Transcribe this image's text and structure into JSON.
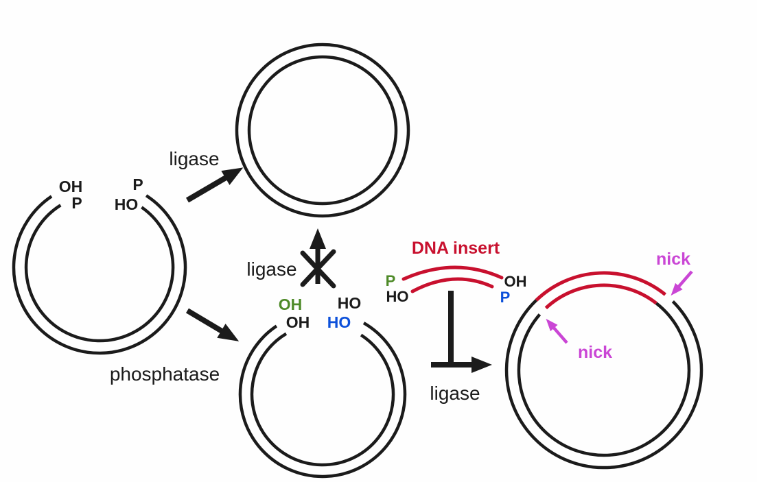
{
  "colors": {
    "ink": "#1b1b1b",
    "red": "#c8102e",
    "green": "#4e8a28",
    "blue": "#0c50da",
    "magenta": "#ca46d5"
  },
  "cut_vector": {
    "left_end_top": "OH",
    "left_end_bottom": "P",
    "right_end_top": "P",
    "right_end_bottom": "HO"
  },
  "arrows": {
    "ligase_circularize_label": "ligase",
    "phosphatase_label": "phosphatase",
    "ligase_blocked_label": "ligase",
    "ligase_insert_label": "ligase"
  },
  "dephosphorylated_vector": {
    "left_end_top": "OH",
    "left_end_bottom": "OH",
    "right_end_top": "HO",
    "right_end_bottom": "HO"
  },
  "dna_insert": {
    "title": "DNA insert",
    "left_end_top": "P",
    "left_end_bottom": "HO",
    "right_end_top": "OH",
    "right_end_bottom": "P"
  },
  "product": {
    "nick_top_right": "nick",
    "nick_lower_left": "nick"
  }
}
